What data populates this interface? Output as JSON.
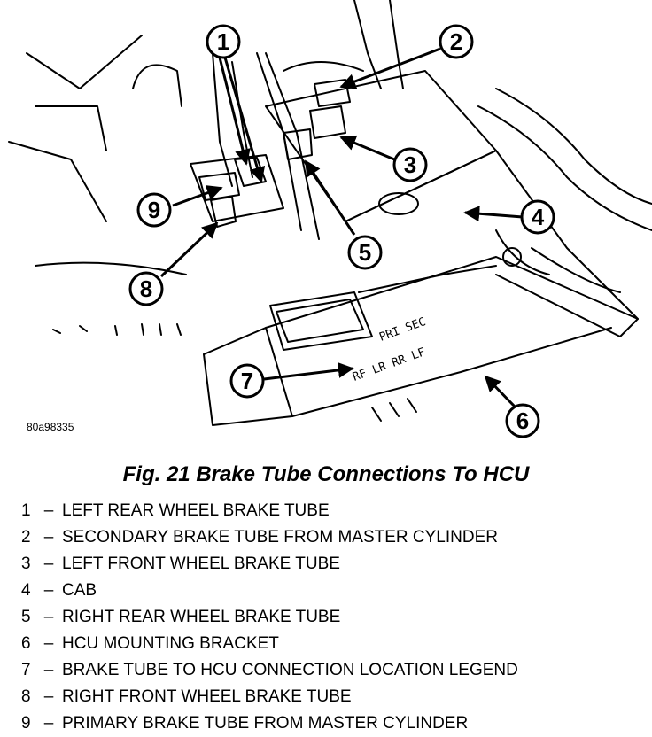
{
  "figure_code": "80a98335",
  "caption": "Fig. 21 Brake Tube Connections To HCU",
  "callouts": [
    "1",
    "2",
    "3",
    "4",
    "5",
    "6",
    "7",
    "8",
    "9"
  ],
  "embossed_legend": {
    "top": "PRI  SEC",
    "bottom": "RF LR RR LF"
  },
  "legend": [
    {
      "num": "1",
      "dash": "–",
      "text": "LEFT REAR WHEEL BRAKE TUBE"
    },
    {
      "num": "2",
      "dash": "–",
      "text": "SECONDARY BRAKE TUBE FROM MASTER CYLINDER"
    },
    {
      "num": "3",
      "dash": "–",
      "text": "LEFT FRONT WHEEL BRAKE TUBE"
    },
    {
      "num": "4",
      "dash": "–",
      "text": "CAB"
    },
    {
      "num": "5",
      "dash": "–",
      "text": "RIGHT REAR WHEEL BRAKE TUBE"
    },
    {
      "num": "6",
      "dash": "–",
      "text": "HCU MOUNTING BRACKET"
    },
    {
      "num": "7",
      "dash": "–",
      "text": "BRAKE TUBE TO HCU CONNECTION LOCATION LEGEND"
    },
    {
      "num": "8",
      "dash": "–",
      "text": "RIGHT FRONT WHEEL BRAKE TUBE"
    },
    {
      "num": "9",
      "dash": "–",
      "text": "PRIMARY BRAKE TUBE FROM MASTER CYLINDER"
    }
  ]
}
